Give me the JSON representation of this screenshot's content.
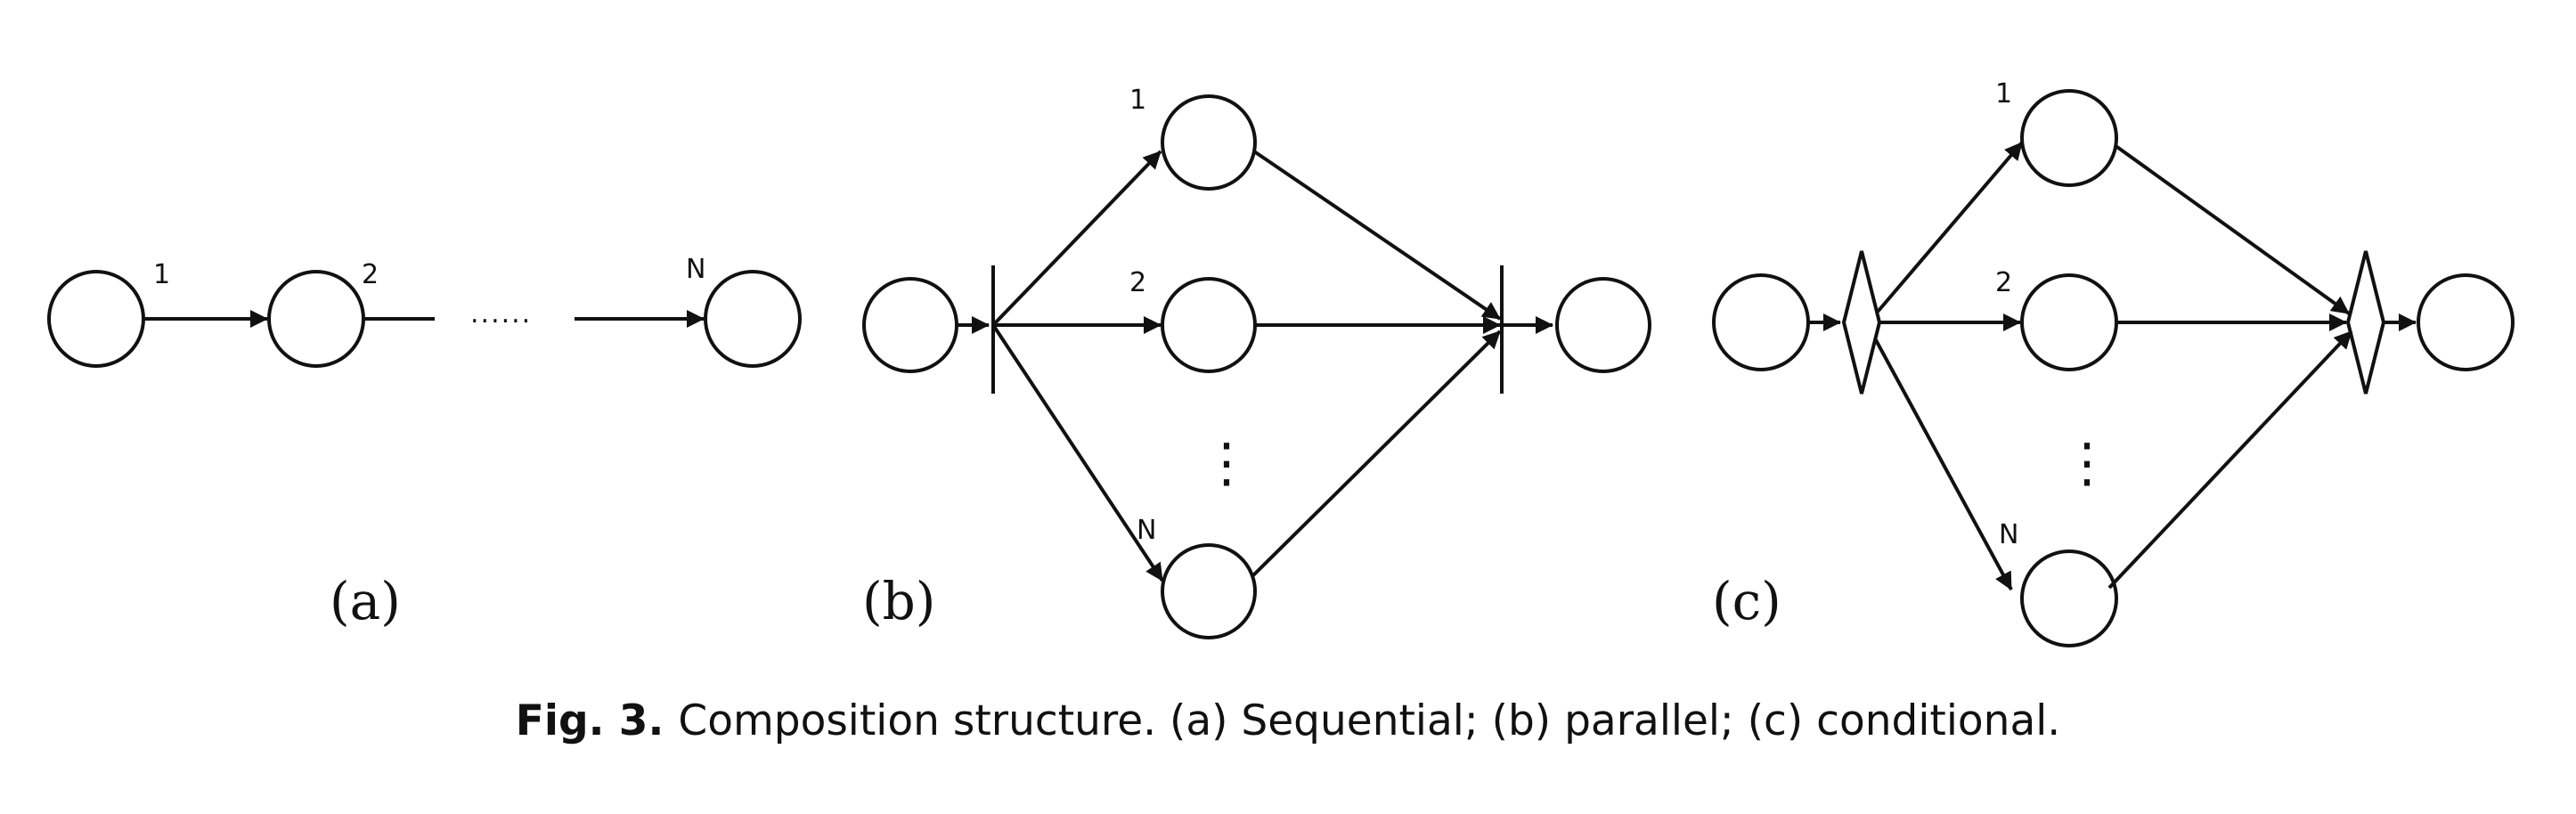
{
  "diagram": {
    "panel_a": {
      "label": "(a)",
      "node_labels": [
        "1",
        "2",
        "N"
      ],
      "ellipsis": "......"
    },
    "panel_b": {
      "label": "(b)",
      "node_labels": [
        "1",
        "2",
        "N"
      ],
      "ellipsis": "⋮"
    },
    "panel_c": {
      "label": "(c)",
      "node_labels": [
        "1",
        "2",
        "N"
      ],
      "ellipsis": "⋮"
    }
  },
  "caption": {
    "figure_number": "Fig. 3.",
    "text": "Composition structure. (a) Sequential; (b) parallel; (c) conditional."
  },
  "colors": {
    "stroke": "#111111",
    "background": "#ffffff"
  }
}
